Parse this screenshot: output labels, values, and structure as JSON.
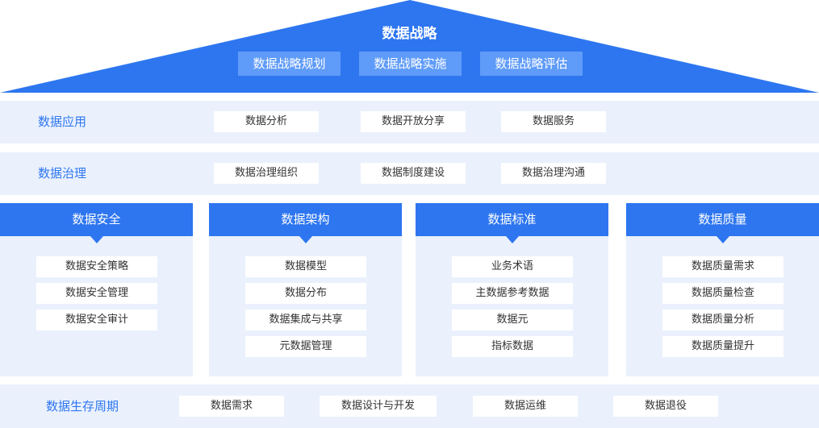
{
  "colors": {
    "primary": "#2e76f0",
    "roof_box": "#5f9bf8",
    "band_bg": "#eaf1fd"
  },
  "strategy": {
    "title": "数据战略",
    "items": [
      "数据战略规划",
      "数据战略实施",
      "数据战略评估"
    ]
  },
  "application": {
    "label": "数据应用",
    "items": [
      "数据分析",
      "数据开放分享",
      "数据服务"
    ]
  },
  "governance": {
    "label": "数据治理",
    "items": [
      "数据治理组织",
      "数据制度建设",
      "数据治理沟通"
    ]
  },
  "pillars": [
    {
      "title": "数据安全",
      "items": [
        "数据安全策略",
        "数据安全管理",
        "数据安全审计"
      ]
    },
    {
      "title": "数据架构",
      "items": [
        "数据模型",
        "数据分布",
        "数据集成与共享",
        "元数据管理"
      ]
    },
    {
      "title": "数据标准",
      "items": [
        "业务术语",
        "主数据参考数据",
        "数据元",
        "指标数据"
      ]
    },
    {
      "title": "数据质量",
      "items": [
        "数据质量需求",
        "数据质量检查",
        "数据质量分析",
        "数据质量提升"
      ]
    }
  ],
  "lifecycle": {
    "label": "数据生存周期",
    "items": [
      "数据需求",
      "数据设计与开发",
      "数据运维",
      "数据退役"
    ]
  }
}
